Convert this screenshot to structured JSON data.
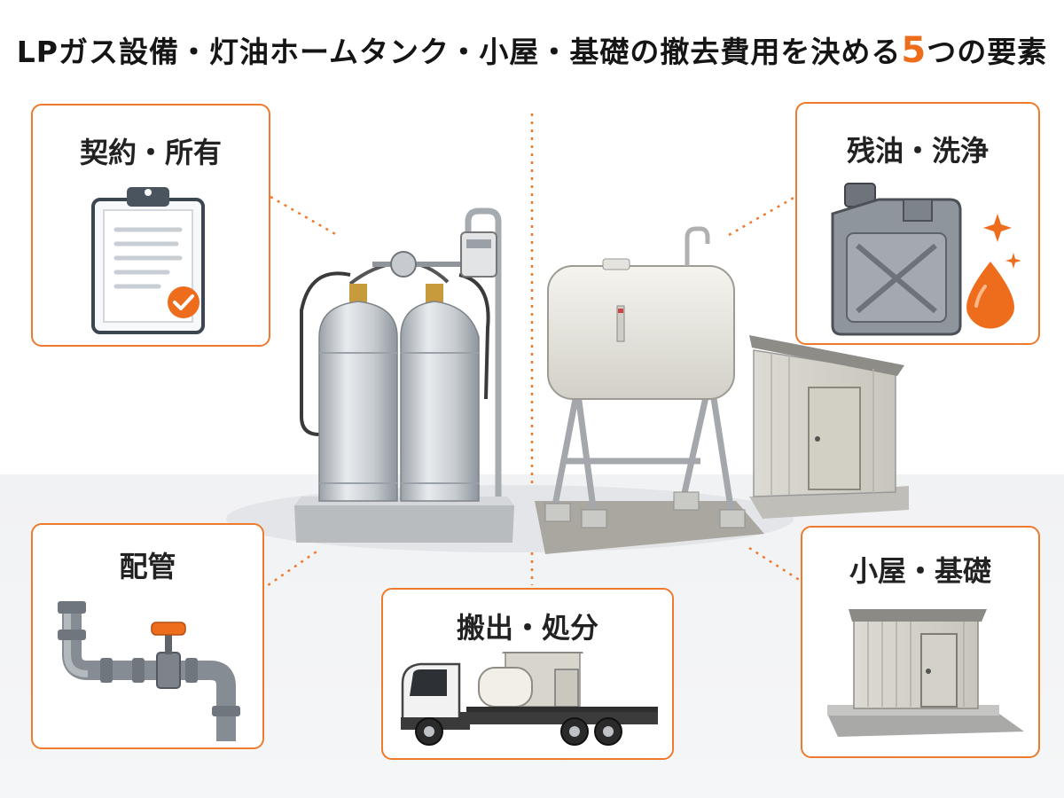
{
  "title": {
    "before": "LPガス設備・灯油ホームタンク・小屋・基礎の撤去費用を決める",
    "number": "5",
    "after": "つの要素"
  },
  "cards": [
    {
      "label": "契約・所有",
      "icon": "clipboard-check-icon"
    },
    {
      "label": "残油・洗浄",
      "icon": "jerrycan-oil-drop-icon"
    },
    {
      "label": "配管",
      "icon": "pipe-valve-icon"
    },
    {
      "label": "搬出・処分",
      "icon": "truck-icon"
    },
    {
      "label": "小屋・基礎",
      "icon": "shed-icon"
    }
  ],
  "colors": {
    "accent": "#ee7a2e",
    "title_text": "#151515",
    "check": "#ee6d1c"
  }
}
